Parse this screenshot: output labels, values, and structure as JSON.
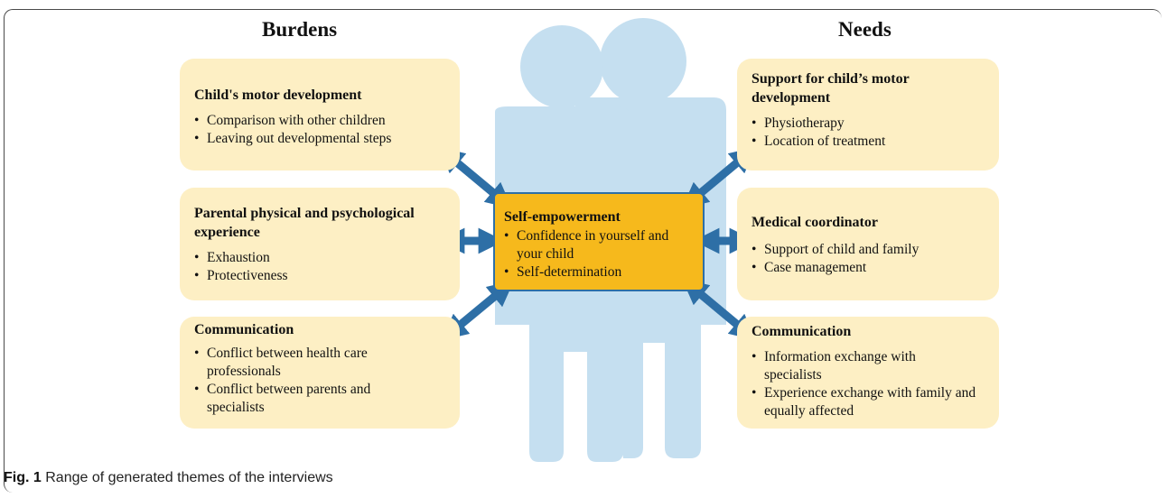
{
  "headings": {
    "left": "Burdens",
    "right": "Needs"
  },
  "burdens": [
    {
      "title": "Child's motor development",
      "items": [
        "Comparison with other children",
        "Leaving out developmental steps"
      ]
    },
    {
      "title": "Parental physical and psychological experience",
      "items": [
        "Exhaustion",
        "Protectiveness"
      ]
    },
    {
      "title": "Communication",
      "items": [
        "Conflict between health care professionals",
        "Conflict between parents and specialists"
      ]
    }
  ],
  "needs": [
    {
      "title": "Support for child’s motor development",
      "items": [
        "Physiotherapy",
        "Location of treatment"
      ]
    },
    {
      "title": "Medical coordinator",
      "items": [
        "Support of child and family",
        "Case management"
      ]
    },
    {
      "title": "Communication",
      "items": [
        "Information exchange with specialists",
        "Experience exchange with family and equally affected"
      ]
    }
  ],
  "center": {
    "title": "Self-empowerment",
    "items": [
      "Confidence in yourself and your child",
      "Self-determination"
    ]
  },
  "caption": {
    "label": "Fig. 1",
    "text": "Range of generated themes of the interviews"
  },
  "colors": {
    "box_fill": "#fdefc4",
    "center_fill": "#f6b91c",
    "arrow": "#2e6fa6",
    "silhouette": "#c5dff0"
  }
}
